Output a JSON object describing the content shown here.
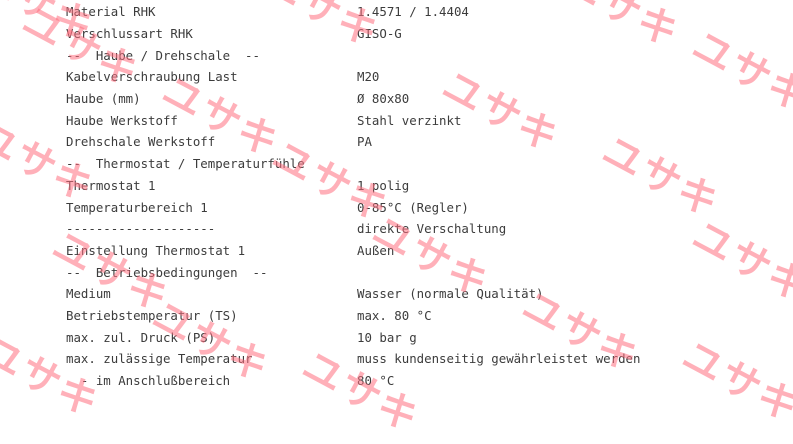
{
  "rows": [
    {
      "label": "Material RHK",
      "value": "1.4571 / 1.4404"
    },
    {
      "label": "Verschlussart RHK",
      "value": "GISO-G"
    },
    {
      "label": "--  Haube / Drehschale  --",
      "value": ""
    },
    {
      "label": "Kabelverschraubung Last",
      "value": "M20"
    },
    {
      "label": "Haube (mm)",
      "value": "Ø 80x80"
    },
    {
      "label": "Haube Werkstoff",
      "value": "Stahl verzinkt"
    },
    {
      "label": "Drehschale Werkstoff",
      "value": "PA"
    },
    {
      "label": "--  Thermostat / Temperaturfühle",
      "value": ""
    },
    {
      "label": "Thermostat 1",
      "value": "1 polig"
    },
    {
      "label": "Temperaturbereich 1",
      "value": "0-85°C (Regler)"
    },
    {
      "label": "--------------------",
      "value": "direkte Verschaltung"
    },
    {
      "label": "Einstellung Thermostat 1",
      "value": "Außen"
    },
    {
      "label": "--  Betriebsbedingungen  --",
      "value": ""
    },
    {
      "label": "Medium",
      "value": "Wasser (normale Qualität)"
    },
    {
      "label": "Betriebstemperatur (TS)",
      "value": "max. 80 °C"
    },
    {
      "label": "max. zul. Druck (PS)",
      "value": "10 bar g"
    },
    {
      "label": "max. zulässige Temperatur",
      "value": "muss kundenseitig gewährleistet werden"
    },
    {
      "label": "  - im Anschlußbereich",
      "value": "80 °C"
    }
  ],
  "watermark": {
    "text": "ユサキ",
    "color": "#ff7080"
  }
}
